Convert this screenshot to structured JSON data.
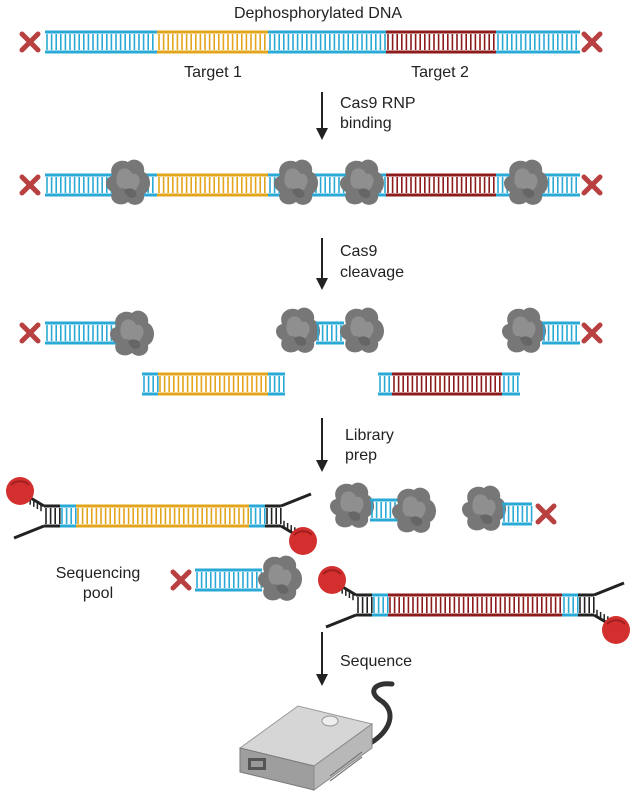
{
  "title": "Dephosphorylated DNA",
  "labels": {
    "target1": "Target 1",
    "target2": "Target 2",
    "pool": [
      "Sequencing",
      "pool"
    ]
  },
  "steps": [
    {
      "lines": [
        "Cas9 RNP",
        "binding"
      ]
    },
    {
      "lines": [
        "Cas9",
        "cleavage"
      ]
    },
    {
      "lines": [
        "Library",
        "prep"
      ]
    },
    {
      "lines": [
        "Sequence"
      ]
    }
  ],
  "colors": {
    "dna": "#29a9d6",
    "target1": "#e3a51b",
    "target2": "#8e1b1b",
    "adapter": "#222222",
    "mark": "#b84040",
    "cas9": "#7a7a7a",
    "adapter_motor": "#d32f2f"
  },
  "icons": [
    "dephosphorylation-x-icon",
    "cas9-protein-icon",
    "adapter-motor-protein-icon",
    "nanopore-sequencer-icon"
  ]
}
